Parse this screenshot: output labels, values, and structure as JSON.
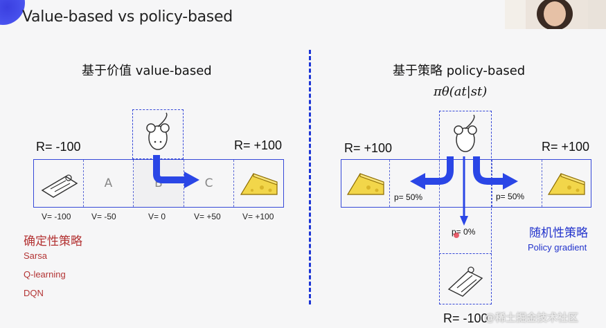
{
  "title": "Value-based vs policy-based",
  "left": {
    "heading": "基于价值 value-based",
    "cells": [
      "",
      "A",
      "B",
      "C",
      ""
    ],
    "r_left": "R= -100",
    "r_right": "R= +100",
    "values": [
      "V= -100",
      "V= -50",
      "V= 0",
      "V= +50",
      "V= +100"
    ],
    "method_title": "确定性策略",
    "methods": [
      "Sarsa",
      "Q-learning",
      "DQN"
    ]
  },
  "right": {
    "heading": "基于策略 policy-based",
    "formula": "πθ(at|st)",
    "r_left": "R= +100",
    "r_right": "R= +100",
    "r_bottom": "R= -100",
    "p_left": "p= 50%",
    "p_right": "p= 50%",
    "p_down": "p= 0%",
    "method_title": "随机性策略",
    "method_sub": "Policy gradient"
  },
  "watermark": "@稀土掘金技术社区",
  "colors": {
    "accent": "#1c35d6",
    "red": "#b33333",
    "cheese": "#f2d64a"
  }
}
